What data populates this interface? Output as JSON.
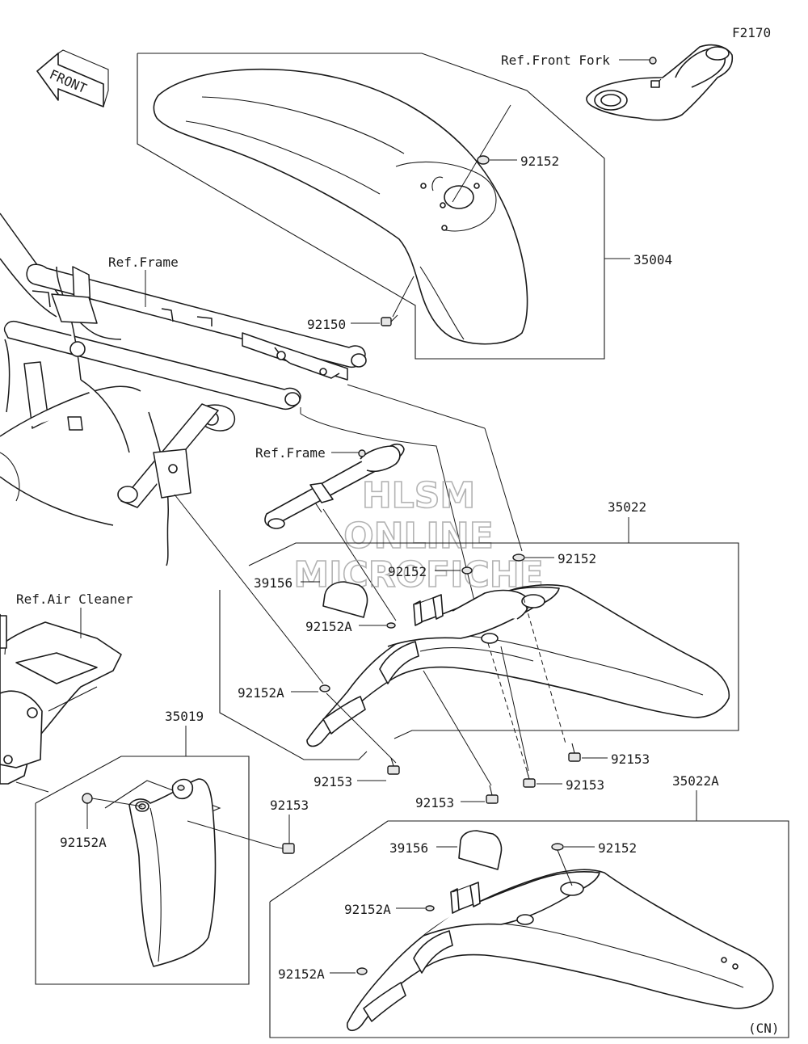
{
  "figure_code": "F2170",
  "front_arrow_label": "FRONT",
  "watermark": [
    "HLSM",
    "ONLINE",
    "MICROFICHE"
  ],
  "region_note": "(CN)",
  "labels": {
    "ref_front_fork": "Ref.Front Fork",
    "ref_frame_top": "Ref.Frame",
    "ref_frame_mid": "Ref.Frame",
    "ref_air_cleaner": "Ref.Air Cleaner",
    "p92152_a": "92152",
    "p35004": "35004",
    "p92150": "92150",
    "p35022": "35022",
    "p92152_b": "92152",
    "p92152_c": "92152",
    "p39156_a": "39156",
    "p92152A_a": "92152A",
    "p92152A_b": "92152A",
    "p92153_a": "92153",
    "p92153_b": "92153",
    "p92153_c": "92153",
    "p92153_d": "92153",
    "p35019": "35019",
    "p92152A_c": "92152A",
    "p92153_e": "92153",
    "p35022A": "35022A",
    "p39156_b": "39156",
    "p92152_d": "92152",
    "p92152A_d": "92152A",
    "p92152A_e": "92152A"
  }
}
